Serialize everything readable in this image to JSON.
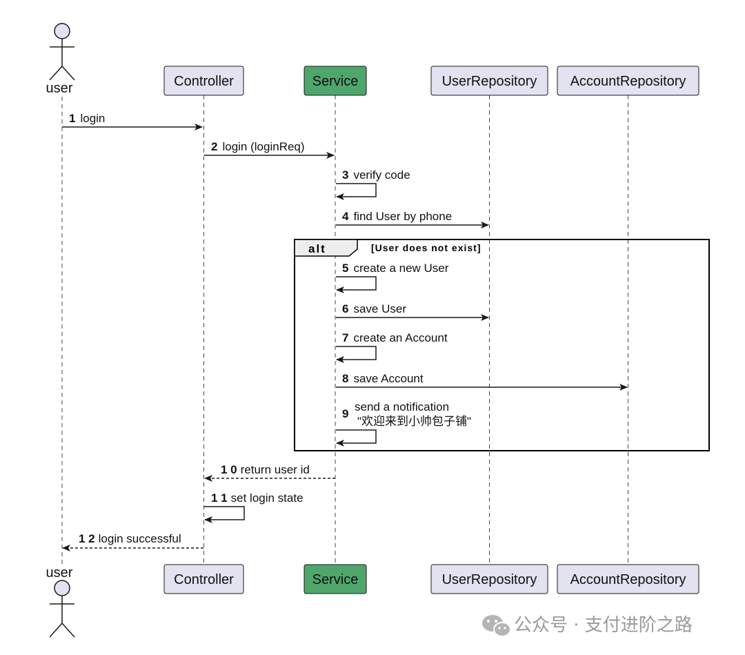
{
  "participants": [
    {
      "id": "user",
      "label": "user",
      "kind": "actor"
    },
    {
      "id": "controller",
      "label": "Controller",
      "kind": "box"
    },
    {
      "id": "service",
      "label": "Service",
      "kind": "box",
      "color": "#4fa66b"
    },
    {
      "id": "userRepo",
      "label": "UserRepository",
      "kind": "box"
    },
    {
      "id": "accountRepo",
      "label": "AccountRepository",
      "kind": "box"
    }
  ],
  "messages": [
    {
      "num": "1",
      "label": "login",
      "from": "user",
      "to": "controller",
      "style": "solid"
    },
    {
      "num": "2",
      "label": "login (loginReq)",
      "from": "controller",
      "to": "service",
      "style": "solid"
    },
    {
      "num": "3",
      "label": "verify code",
      "from": "service",
      "to": "service",
      "style": "solid"
    },
    {
      "num": "4",
      "label": "find User by phone",
      "from": "service",
      "to": "userRepo",
      "style": "solid"
    },
    {
      "num": "5",
      "label": "create a new User",
      "from": "service",
      "to": "service",
      "style": "solid"
    },
    {
      "num": "6",
      "label": "save User",
      "from": "service",
      "to": "userRepo",
      "style": "solid"
    },
    {
      "num": "7",
      "label": "create an Account",
      "from": "service",
      "to": "service",
      "style": "solid"
    },
    {
      "num": "8",
      "label": "save Account",
      "from": "service",
      "to": "accountRepo",
      "style": "solid"
    },
    {
      "num": "9",
      "label": "send a notification",
      "label2": "\"欢迎来到小帅包子铺\"",
      "from": "service",
      "to": "service",
      "style": "solid"
    },
    {
      "num": "1 0",
      "label": "return user id",
      "from": "service",
      "to": "controller",
      "style": "dashed"
    },
    {
      "num": "1 1",
      "label": "set login state",
      "from": "controller",
      "to": "controller",
      "style": "solid"
    },
    {
      "num": "1 2",
      "label": "login successful",
      "from": "controller",
      "to": "user",
      "style": "dashed"
    }
  ],
  "alt": {
    "keyword": "alt",
    "guard": "[User does not exist]"
  },
  "watermark": {
    "text": "公众号 · 支付进阶之路",
    "icon": "wechat-icon"
  }
}
